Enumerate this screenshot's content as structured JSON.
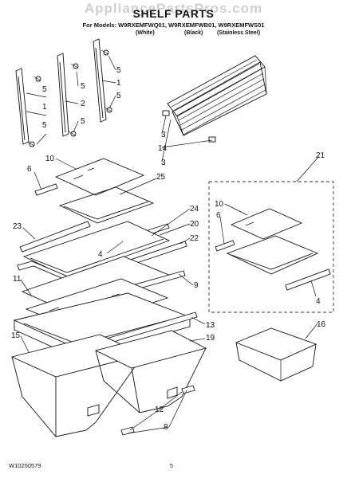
{
  "watermark": "AppliancePartsPros.com",
  "title": "SHELF PARTS",
  "models_line": "For Models: W9RXEMFWQ01, W9RXEMFWB01, W9RXEMFWS01",
  "variants": {
    "white": "(White)",
    "black": "(Black)",
    "stainless": "(Stainless Steel)"
  },
  "callouts": {
    "c1_a": "1",
    "c5_a": "5",
    "c5_b": "5",
    "c5_c": "5",
    "c2": "2",
    "c5_d": "5",
    "c5_e": "5",
    "c1_b": "1",
    "c5_f": "5",
    "c3_a": "3",
    "c14": "14",
    "c3_b": "3",
    "c10_a": "10",
    "c6_a": "6",
    "c25": "25",
    "c24": "24",
    "c20": "20",
    "c22": "22",
    "c23": "23",
    "c4_a": "4",
    "c11": "11",
    "c9": "9",
    "c13": "13",
    "c15": "15",
    "c19": "19",
    "c12": "12",
    "c8": "8",
    "c21": "21",
    "c10_b": "10",
    "c6_b": "6",
    "c4_b": "4",
    "c16": "16"
  },
  "footer": {
    "doc_number": "W10250579",
    "page_number": "5"
  }
}
